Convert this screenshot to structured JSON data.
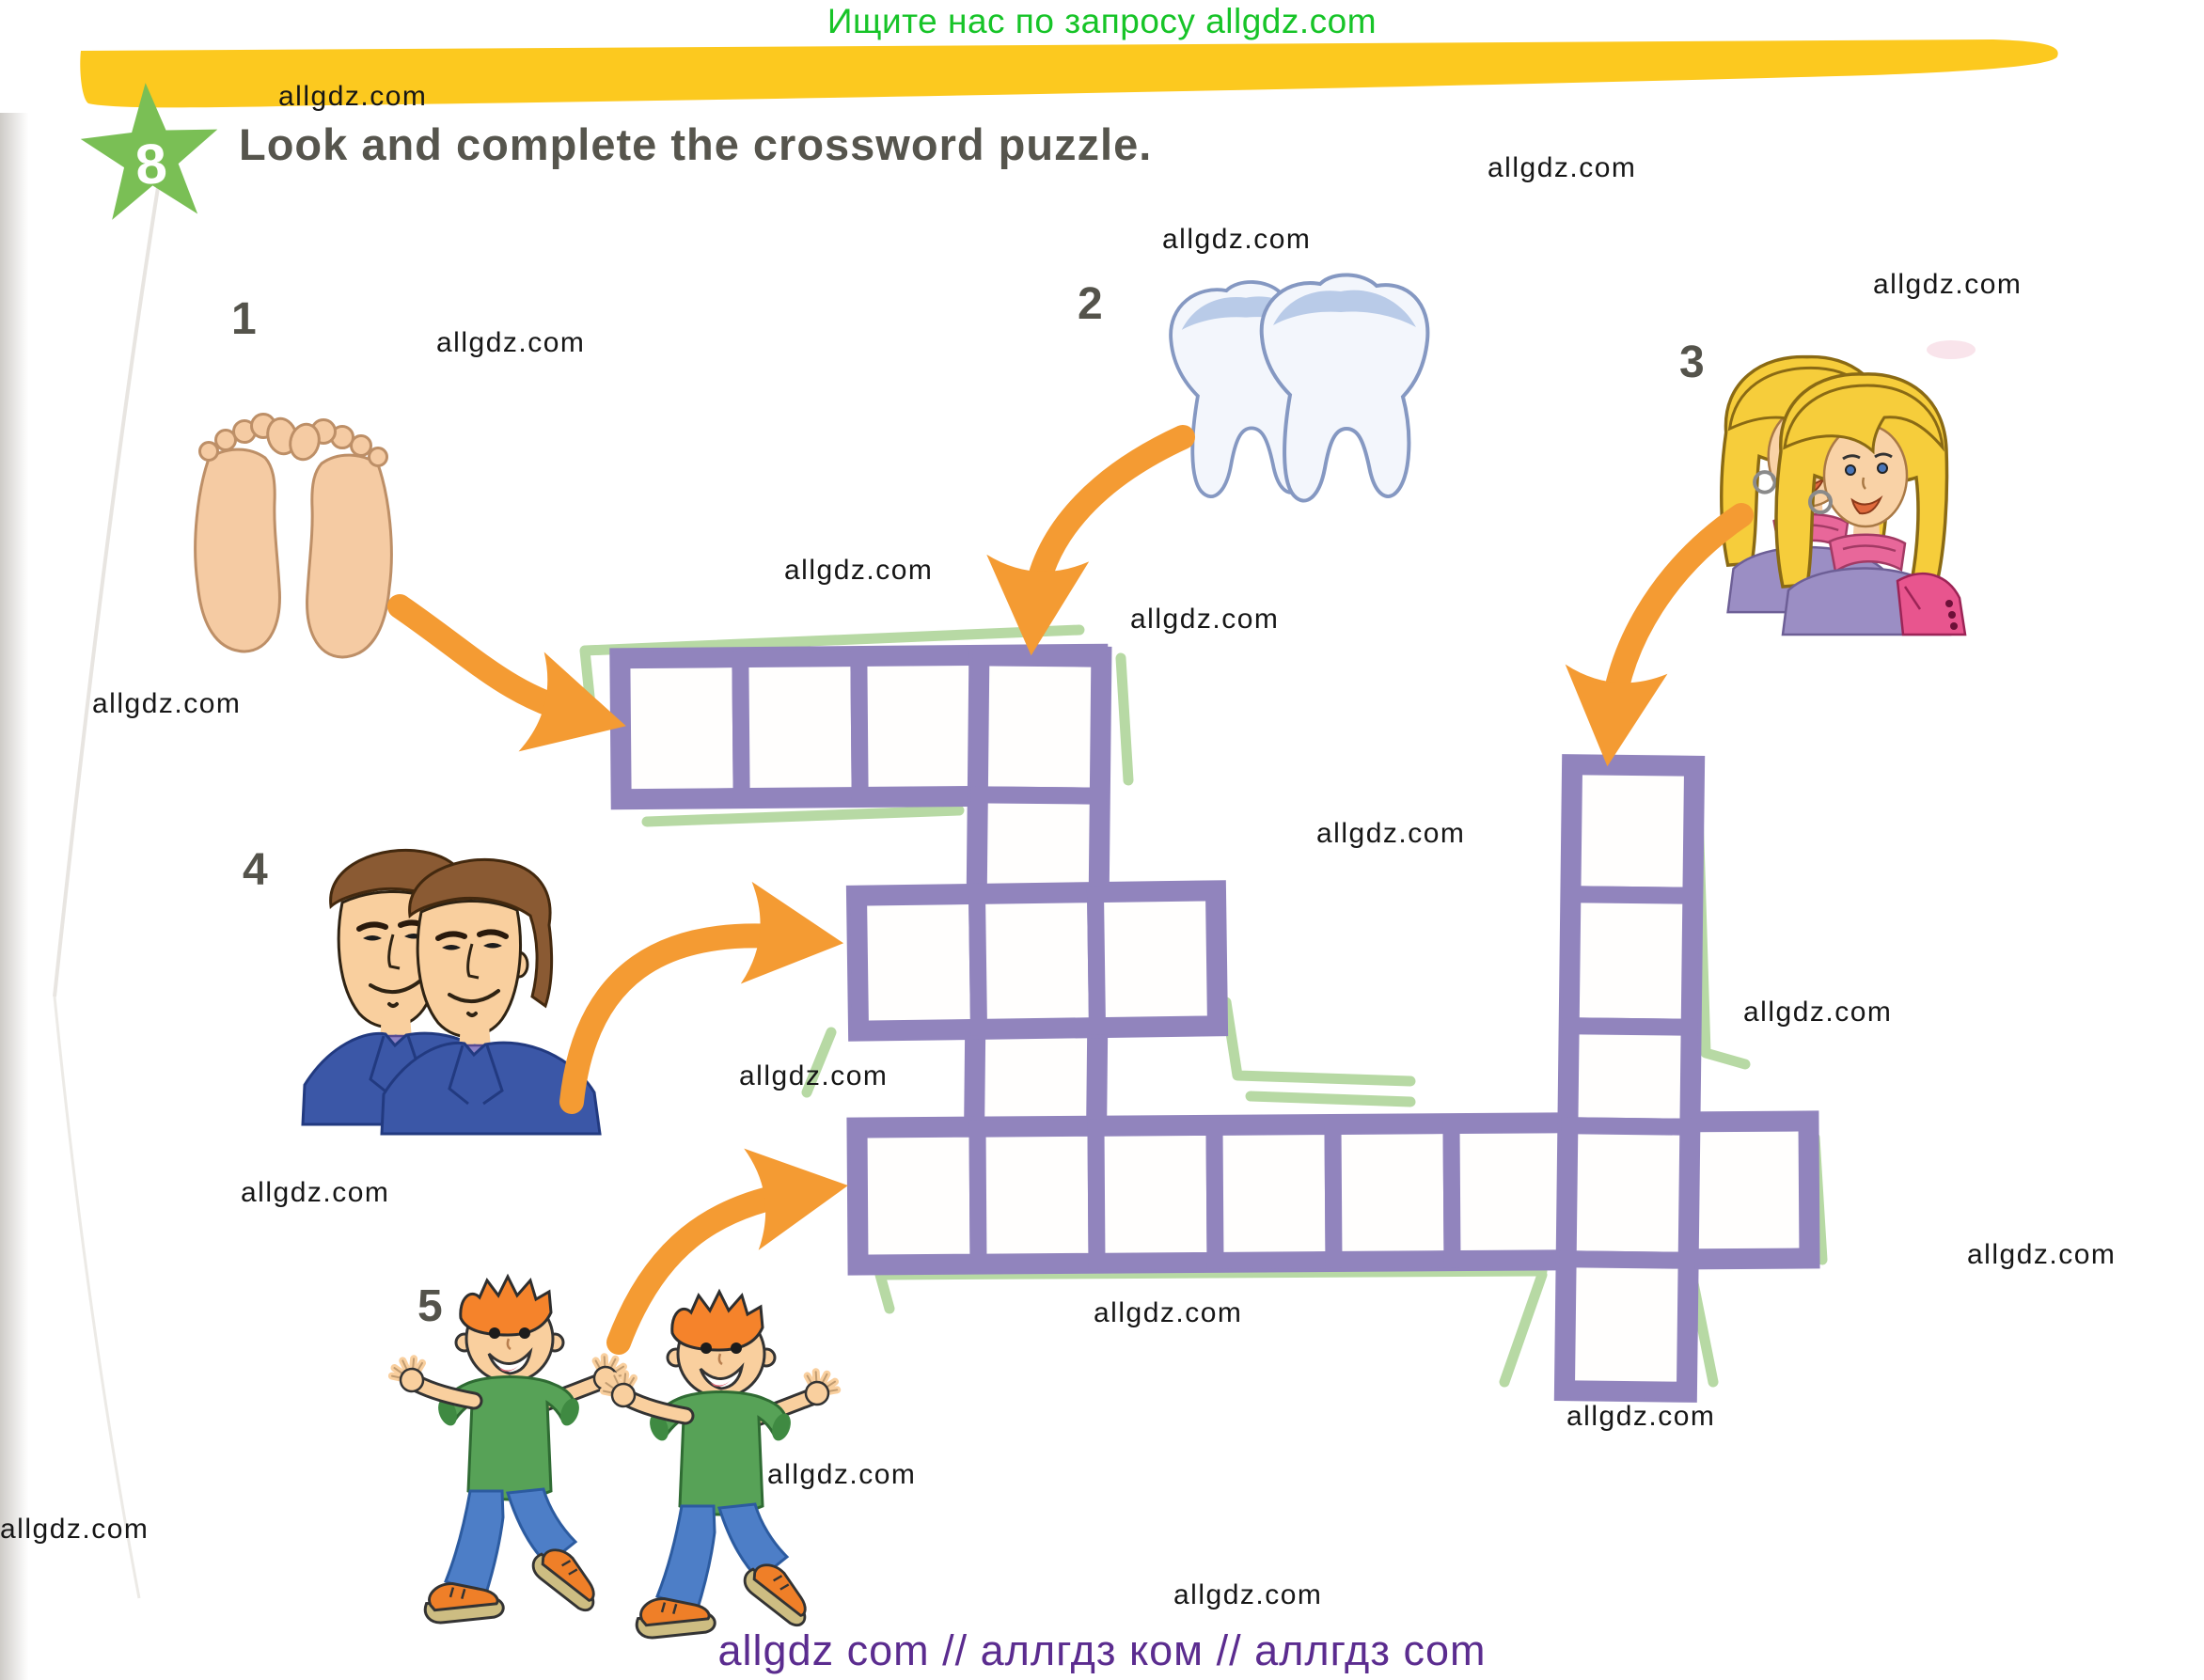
{
  "page": {
    "header": {
      "text": "Ищите нас по запросу allgdz.com",
      "color": "#17c428"
    },
    "exercise": {
      "badge_number": "8",
      "title": "Look and complete the crossword puzzle."
    },
    "footer": {
      "text": "allgdz com  //  аллгдз ком  //  аллгдз com",
      "color": "#5b2c8f"
    },
    "watermark": {
      "text": "allgdz.com"
    }
  },
  "clues": [
    {
      "number": "1",
      "image": "pair-of-bare-feet"
    },
    {
      "number": "2",
      "image": "two-teeth-molars"
    },
    {
      "number": "3",
      "image": "two-blonde-women"
    },
    {
      "number": "4",
      "image": "two-men-in-suits"
    },
    {
      "number": "5",
      "image": "two-boys-walking"
    }
  ],
  "crossword": {
    "all_cells_empty": true,
    "words": [
      {
        "clue": 1,
        "direction": "across",
        "cells": 4
      },
      {
        "clue": 2,
        "direction": "down",
        "cells": 5
      },
      {
        "clue": 3,
        "direction": "down",
        "cells": 5
      },
      {
        "clue": 4,
        "direction": "across",
        "cells": 3
      },
      {
        "clue": 5,
        "direction": "across",
        "cells": 8
      }
    ]
  },
  "colors": {
    "grid_purple": "#9184bd",
    "arrow_orange": "#f49b33",
    "accent_green": "#b7d9a4",
    "banner_yellow": "#fcc91f",
    "star_green": "#7abf55",
    "header_green": "#17c428",
    "footer_purple": "#5b2c8f",
    "title_gray": "#56554d"
  }
}
